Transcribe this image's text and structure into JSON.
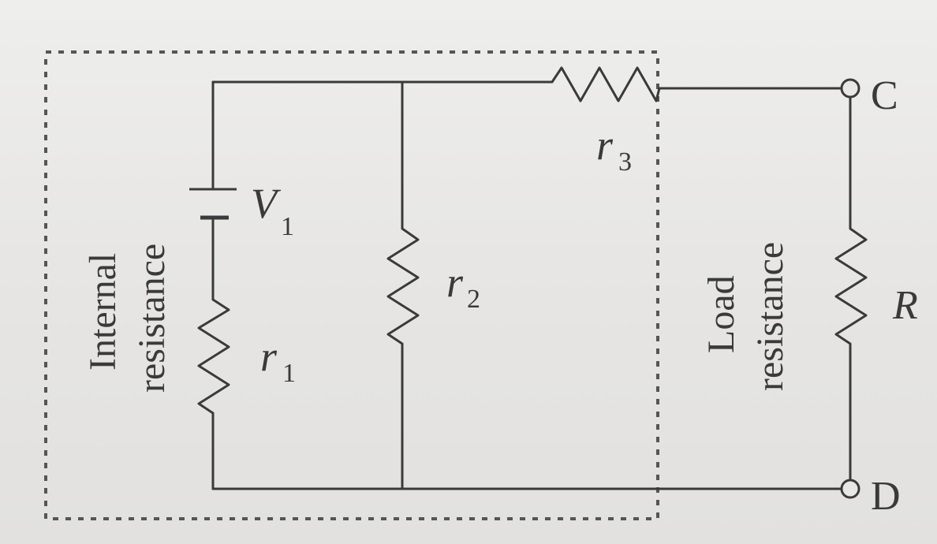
{
  "diagram": {
    "internal_label_line1": "Internal",
    "internal_label_line2": "resistance",
    "load_label_line1": "Load",
    "load_label_line2": "resistance",
    "terminal_c": "C",
    "terminal_d": "D",
    "battery": {
      "symbol": "V",
      "subscript": "1"
    },
    "r1": {
      "symbol": "r",
      "subscript": "1"
    },
    "r2": {
      "symbol": "r",
      "subscript": "2"
    },
    "r3": {
      "symbol": "r",
      "subscript": "3"
    },
    "load_resistor": {
      "symbol": "R"
    }
  }
}
